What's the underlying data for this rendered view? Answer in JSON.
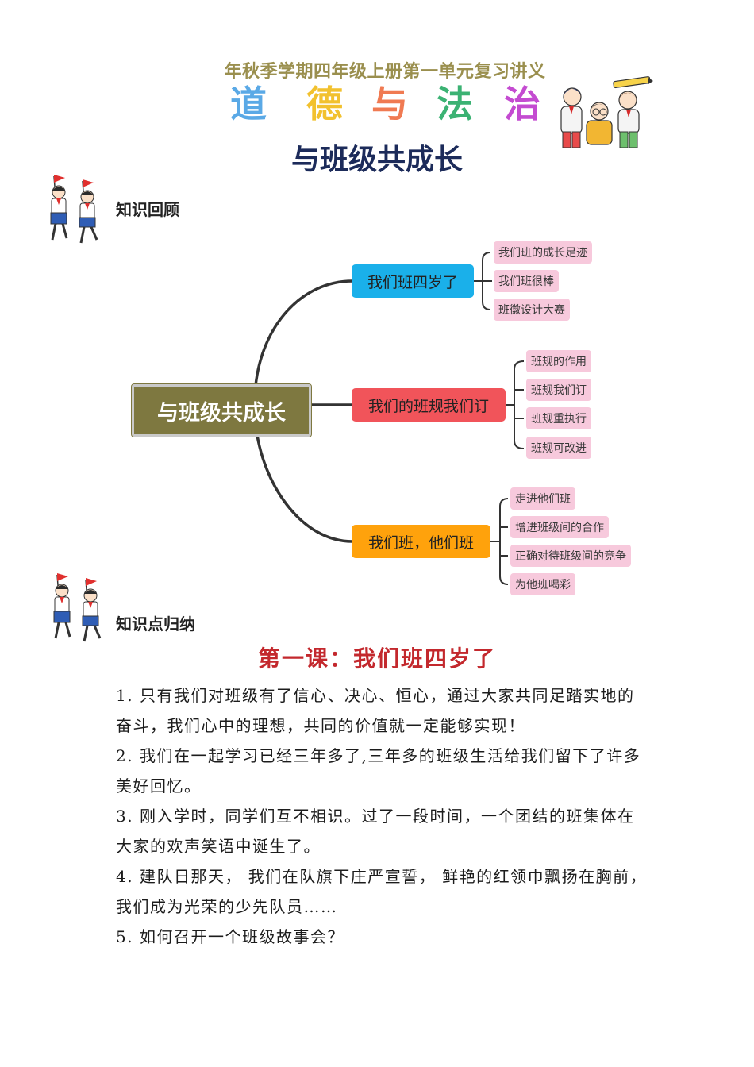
{
  "header": {
    "subtitle": "年秋季学期四年级上册第一单元复习讲义",
    "subject_chars": [
      {
        "char": "道",
        "color": "#5aa9e6"
      },
      {
        "char": "德",
        "color": "#f2c12e"
      },
      {
        "char": "与",
        "color": "#f07a52"
      },
      {
        "char": "法",
        "color": "#3bb273"
      },
      {
        "char": "治",
        "color": "#c44bd1"
      }
    ],
    "title": "与班级共成长"
  },
  "sections": {
    "review_heading": "知识回顾",
    "summary_heading": "知识点归纳"
  },
  "mindmap": {
    "root": "与班级共成长",
    "branches": [
      {
        "label": "我们班四岁了",
        "color": "#1ab0ea",
        "leaves": [
          "我们班的成长足迹",
          "我们班很棒",
          "班徽设计大赛"
        ]
      },
      {
        "label": "我们的班规我们订",
        "color": "#f1545a",
        "leaves": [
          "班规的作用",
          "班规我们订",
          "班规重执行",
          "班规可改进"
        ]
      },
      {
        "label": "我们班，他们班",
        "color": "#ffa20c",
        "leaves": [
          "走进他们班",
          "增进班级间的合作",
          "正确对待班级间的竞争",
          "为他班喝彩"
        ]
      }
    ]
  },
  "lesson": {
    "title": "第一课：我们班四岁了",
    "paragraphs": [
      "1. 只有我们对班级有了信心、决心、恒心，通过大家共同足踏实地的奋斗，我们心中的理想，共同的价值就一定能够实现！",
      "2. 我们在一起学习已经三年多了,三年多的班级生活给我们留下了许多美好回忆。",
      "3. 刚入学时，同学们互不相识。过了一段时间，一个团结的班集体在大家的欢声笑语中诞生了。",
      "4. 建队日那天， 我们在队旗下庄严宣誓， 鲜艳的红领巾飘扬在胸前， 我们成为光荣的少先队员……",
      "5. 如何召开一个班级故事会？"
    ]
  }
}
